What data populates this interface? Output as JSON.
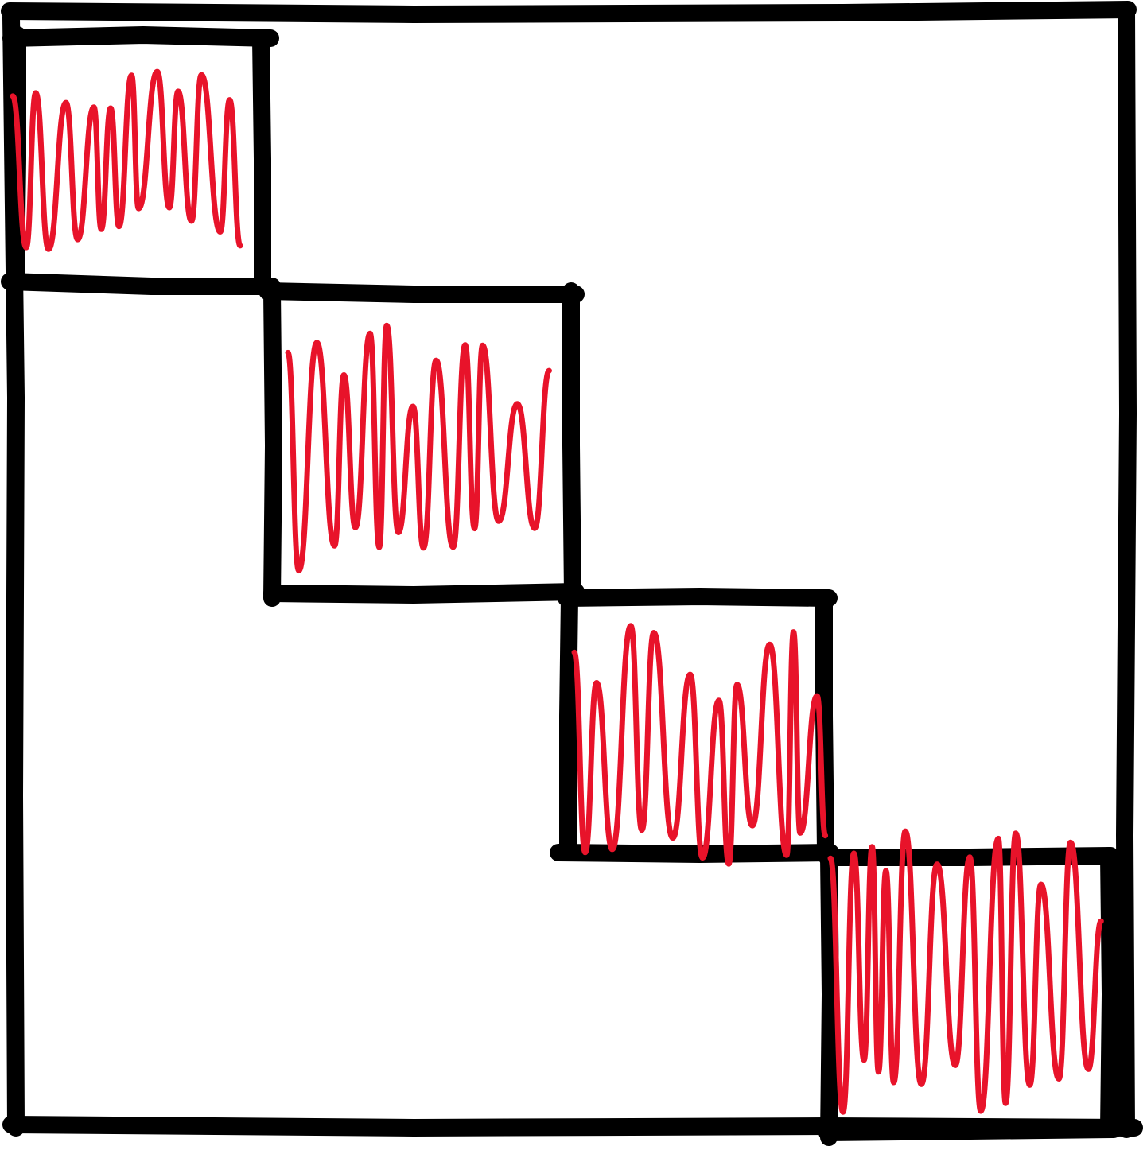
{
  "diagram": {
    "kind": "block-diagonal-matrix-sketch",
    "block_count": 4,
    "blocks": [
      {
        "index": 1,
        "filled": true
      },
      {
        "index": 2,
        "filled": true
      },
      {
        "index": 3,
        "filled": true
      },
      {
        "index": 4,
        "filled": true
      }
    ],
    "off_diagonal": "empty"
  },
  "colors": {
    "background": "#ffffff",
    "outline": "#000000",
    "fill_scribble": "#e8132a"
  }
}
